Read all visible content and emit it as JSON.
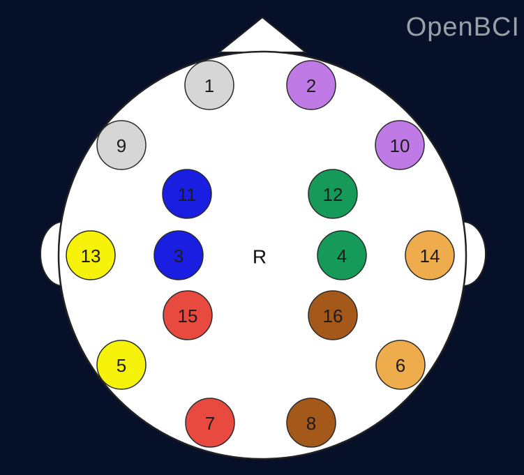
{
  "brand": "OpenBCI",
  "reference_label": "R",
  "electrodes": [
    {
      "label": "1",
      "color": "#d6d6d6"
    },
    {
      "label": "2",
      "color": "#c07ae6"
    },
    {
      "label": "3",
      "color": "#1a1ee0"
    },
    {
      "label": "4",
      "color": "#159a5a"
    },
    {
      "label": "5",
      "color": "#f6f20a"
    },
    {
      "label": "6",
      "color": "#eeac4c"
    },
    {
      "label": "7",
      "color": "#e84a40"
    },
    {
      "label": "8",
      "color": "#a4581a"
    },
    {
      "label": "9",
      "color": "#d6d6d6"
    },
    {
      "label": "10",
      "color": "#c07ae6"
    },
    {
      "label": "11",
      "color": "#1a1ee0"
    },
    {
      "label": "12",
      "color": "#159a5a"
    },
    {
      "label": "13",
      "color": "#f6f20a"
    },
    {
      "label": "14",
      "color": "#eeac4c"
    },
    {
      "label": "15",
      "color": "#e84a40"
    },
    {
      "label": "16",
      "color": "#a4581a"
    }
  ]
}
